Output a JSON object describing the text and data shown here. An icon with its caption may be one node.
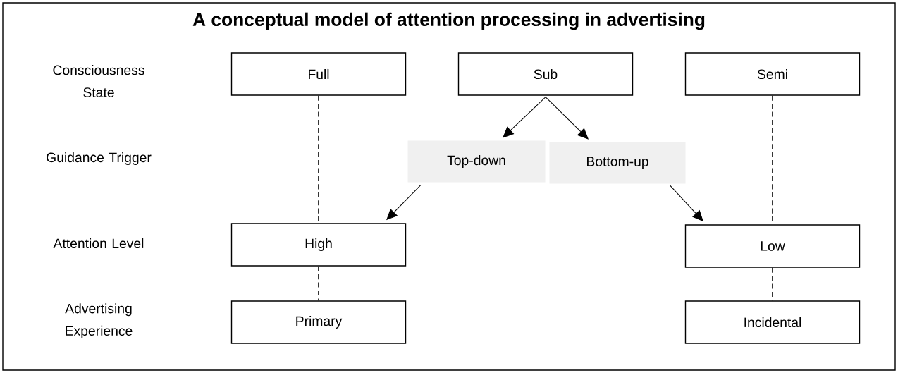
{
  "diagram": {
    "title": "A conceptual model of attention processing in advertising",
    "nodes": [
      {
        "text": [
          "Full"
        ]
      },
      {
        "text": [
          "Sub"
        ]
      },
      {
        "text": [
          "Semi"
        ]
      },
      {
        "text": [
          "Top-down"
        ]
      },
      {
        "text": [
          "Bottom-up"
        ]
      },
      {
        "text": [
          "High"
        ]
      },
      {
        "text": [
          "Low"
        ]
      },
      {
        "text": [
          "Primary"
        ]
      },
      {
        "text": [
          "Incidental"
        ]
      }
    ],
    "edges": [
      {
        "from": 1,
        "to": 3,
        "arrow": "to"
      },
      {
        "from": 1,
        "to": 4,
        "arrow": "to"
      },
      {
        "from": 3,
        "to": 5,
        "arrow": "to"
      },
      {
        "from": 4,
        "to": 6,
        "arrow": "to"
      },
      {
        "from": 0,
        "to": 5,
        "arrow": "none",
        "style": "dashed"
      },
      {
        "from": 2,
        "to": 6,
        "arrow": "none",
        "style": "dashed"
      },
      {
        "from": 5,
        "to": 7,
        "arrow": "none",
        "style": "dashed"
      },
      {
        "from": 6,
        "to": 8,
        "arrow": "none",
        "style": "dashed"
      }
    ],
    "labels": [
      "Consciousness State",
      "Guidance Trigger",
      "Attention Level",
      "Advertising Experience"
    ]
  }
}
